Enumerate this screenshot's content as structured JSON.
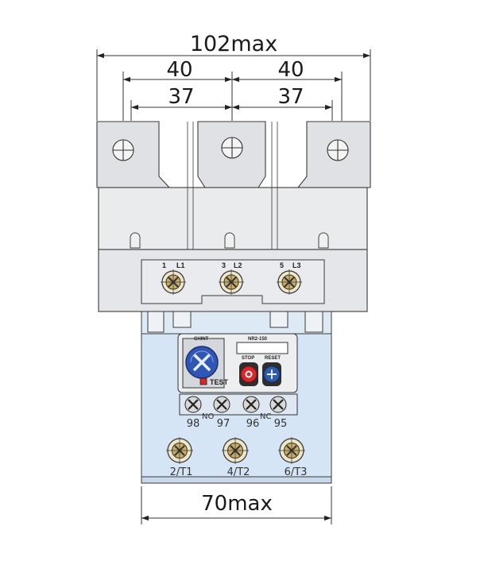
{
  "dimensions": {
    "overall_width": "102max",
    "pitch_left": "40",
    "pitch_right": "40",
    "inner_left": "37",
    "inner_right": "37",
    "base_width": "70max"
  },
  "line_terminals": [
    {
      "num": "1",
      "name": "L1"
    },
    {
      "num": "3",
      "name": "L2"
    },
    {
      "num": "5",
      "name": "L3"
    }
  ],
  "relay": {
    "brand": "CHINT",
    "model": "NR2-150",
    "test_label": "TEST",
    "stop_label": "STOP",
    "reset_label": "RESET",
    "aux_group_no": "NO",
    "aux_group_nc": "NC",
    "aux_contacts": [
      "98",
      "97",
      "96",
      "95"
    ]
  },
  "load_terminals": [
    "2/T1",
    "4/T2",
    "6/T3"
  ],
  "colors": {
    "body": "#e6e8eb",
    "relay_front": "#d3e4f4",
    "dial": "#2f55b5",
    "stop_button": "#d8262a",
    "reset_button": "#2c5bb0",
    "terminal_brass": "#c9ae68",
    "line": "#333333"
  }
}
